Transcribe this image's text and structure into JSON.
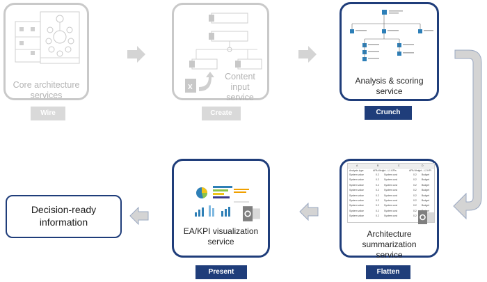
{
  "stages": {
    "wire": {
      "caption": "Core architecture\nservices",
      "label": "Wire"
    },
    "create": {
      "caption": "Content\ninput\nservice",
      "label": "Create"
    },
    "crunch": {
      "caption": "Analysis & scoring\nservice",
      "label": "Crunch"
    },
    "flatten": {
      "caption": "Architecture\nsummarization\nservice",
      "label": "Flatten"
    },
    "present": {
      "caption": "EA/KPI visualization\nservice",
      "label": "Present"
    }
  },
  "decision": {
    "text": "Decision-ready\ninformation"
  },
  "spreadsheet": {
    "columns": [
      "A",
      "B",
      "C",
      "D"
    ],
    "header": [
      "Analysis type",
      "APA Weight - L1 KPIs",
      "APA Weight - L2 KPI"
    ],
    "rows": [
      [
        "System value",
        "0.2",
        "System cost",
        "0.2",
        "Budget"
      ],
      [
        "System value",
        "0.2",
        "System cost",
        "0.2",
        "Budget"
      ],
      [
        "System value",
        "0.2",
        "System cost",
        "0.2",
        "Budget"
      ],
      [
        "System value",
        "0.2",
        "System cost",
        "0.2",
        "Budget"
      ],
      [
        "System value",
        "0.2",
        "System cost",
        "0.2",
        "Budget"
      ],
      [
        "System value",
        "0.2",
        "System cost",
        "0.2",
        "Budget"
      ],
      [
        "System value",
        "0.2",
        "System cost",
        "0.2",
        "Budget"
      ],
      [
        "System value",
        "0.2",
        "System cost",
        "0.2",
        "Budget"
      ],
      [
        "System value",
        "0.2",
        "System cost",
        "0.2",
        "Budget"
      ]
    ]
  },
  "colors": {
    "navy": "#1f3d7a",
    "gray_border": "#c9c9c9",
    "gray_text": "#b3b3b3",
    "arrow_fill": "#d4d4d4",
    "arrow_stroke": "#9aa8c2"
  }
}
